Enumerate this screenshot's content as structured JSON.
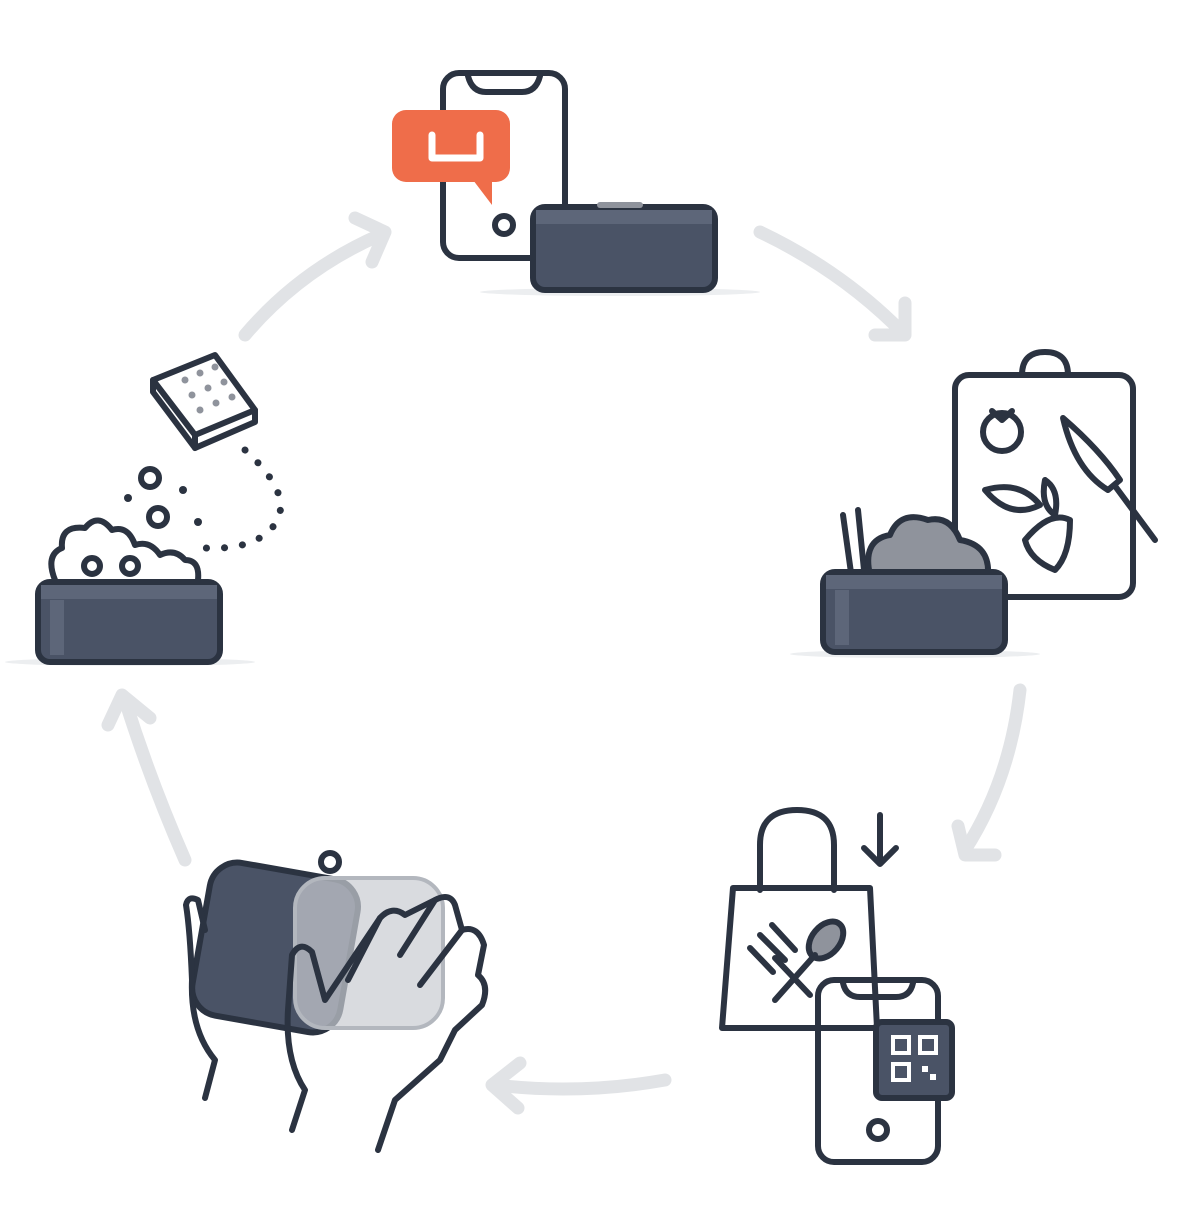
{
  "diagram": {
    "type": "reusable-container-cycle",
    "stages": [
      {
        "id": "order",
        "icon": "phone-message-container-icon"
      },
      {
        "id": "fill",
        "icon": "food-container-cutting-board-icon"
      },
      {
        "id": "pickup",
        "icon": "bag-phone-qr-icon"
      },
      {
        "id": "return",
        "icon": "hands-container-icon"
      },
      {
        "id": "wash",
        "icon": "washing-container-sponge-icon"
      }
    ],
    "flow": "clockwise",
    "colors": {
      "ink": "#2b3341",
      "container": "#4a5366",
      "container_highlight": "#5d6679",
      "accent": "#ef6d4a",
      "arrow": "#e1e3e6",
      "food": "#8f939c"
    }
  }
}
